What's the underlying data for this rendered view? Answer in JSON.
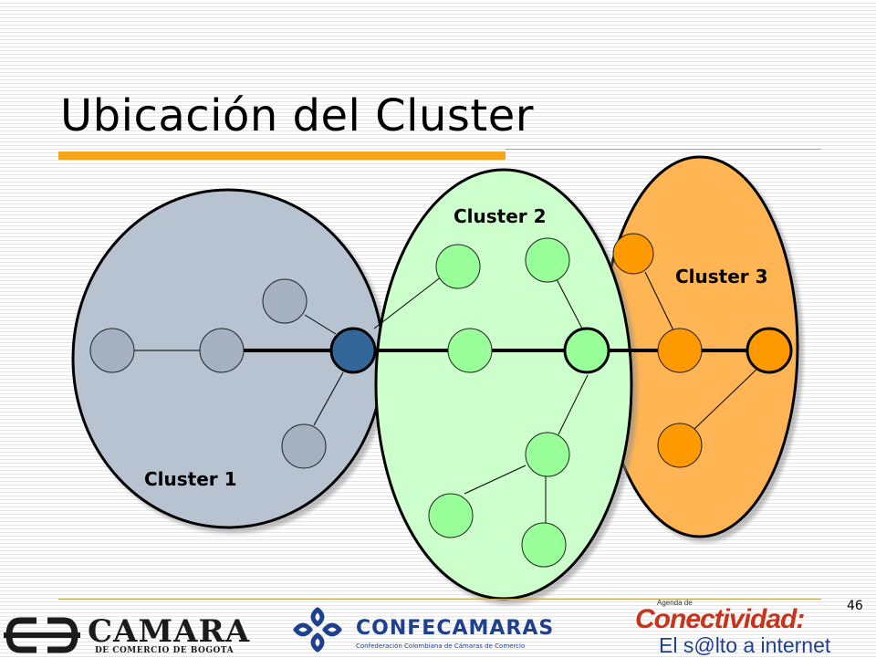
{
  "slide": {
    "title": "Ubicación del Cluster",
    "page_number": "46"
  },
  "diagram": {
    "clusters": [
      {
        "id": "cluster-1",
        "label": "Cluster 1",
        "fill": "#b7c3d1"
      },
      {
        "id": "cluster-2",
        "label": "Cluster 2",
        "fill": "#ccffcc"
      },
      {
        "id": "cluster-3",
        "label": "Cluster 3",
        "fill": "#ffb552"
      }
    ],
    "colors": {
      "accent_bar": "#f8a51c",
      "cluster1_node": "#a5b1c1",
      "cluster1_gateway": "#336699",
      "cluster2_node": "#99ff99",
      "cluster3_node": "#ff9900"
    }
  },
  "footer": {
    "logos": {
      "camara": {
        "name": "CAMARA",
        "subtitle": "DE COMERCIO DE BOGOTA"
      },
      "confecamaras": {
        "name": "CONFECAMARAS",
        "subtitle": "Confederación Colombiana de Cámaras de Comercio"
      },
      "conectividad": {
        "agenda": "Agenda de",
        "name": "Conectividad:",
        "tagline": "El s@lto a internet"
      }
    }
  }
}
